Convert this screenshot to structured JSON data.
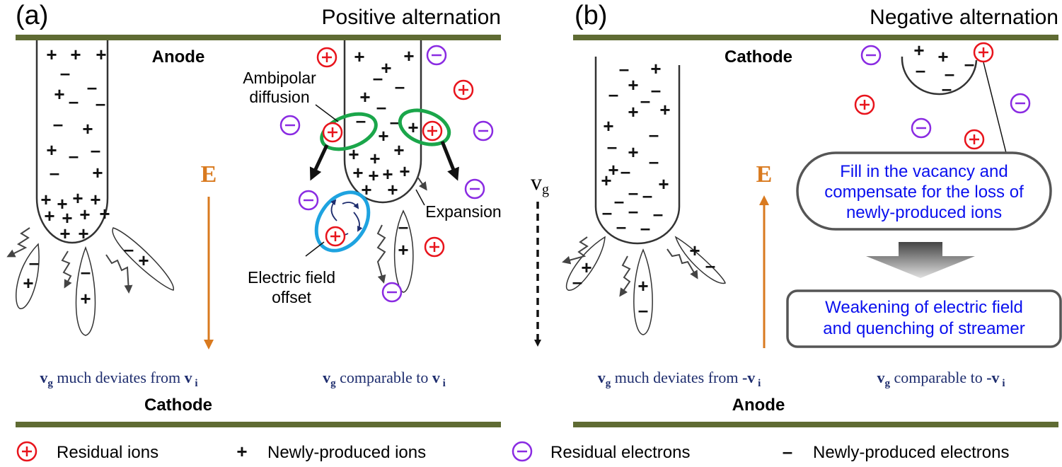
{
  "panel_a": {
    "label": "(a)",
    "title": "Positive alternation",
    "top_electrode": "Anode",
    "bottom_electrode": "Cathode",
    "field_label": "E",
    "annotations": {
      "ambipolar_1": "Ambipolar",
      "ambipolar_2": "diffusion",
      "expansion": "Expansion",
      "offset_1": "Electric field",
      "offset_2": "offset"
    },
    "left_caption": {
      "v1": "v",
      "s1": "g",
      "mid": " much deviates from ",
      "v2": "v",
      "s2": " i"
    },
    "right_caption": {
      "v1": "v",
      "s1": "g",
      "mid": " comparable to ",
      "v2": "v",
      "s2": " i"
    }
  },
  "panel_b": {
    "label": "(b)",
    "title": "Negative alternation",
    "top_electrode": "Cathode",
    "bottom_electrode": "Anode",
    "field_label": "E",
    "vg_label": {
      "v": "v",
      "s": "g"
    },
    "box1": [
      "Fill in the vacancy and",
      "compensate for the loss of",
      "newly-produced ions"
    ],
    "box2": [
      "Weakening of electric field",
      "and quenching of streamer"
    ],
    "left_caption": {
      "v1": "v",
      "s1": "g",
      "mid": " much deviates from ",
      "v2": "-v",
      "s2": " i"
    },
    "right_caption": {
      "v1": "v",
      "s1": "g",
      "mid": " comparable to ",
      "v2": "-v",
      "s2": " i"
    }
  },
  "legend": {
    "residual_ions": "Residual ions",
    "new_ions": "Newly-produced ions",
    "residual_electrons": "Residual electrons",
    "new_electrons": "Newly-produced electrons"
  },
  "symbols": {
    "plus": "+",
    "minus": "–"
  },
  "colors": {
    "electrode": "#5f6b33",
    "field_arrow": "#d97a1f",
    "electrode_text": "#8b3a2a",
    "caption_text": "#1e2d6e",
    "ion": "#e8141c",
    "electron": "#8a2be2",
    "ambipolar_ring": "#1aa64a",
    "offset_ring": "#1ea3e0",
    "box_text": "#0a10ee"
  }
}
